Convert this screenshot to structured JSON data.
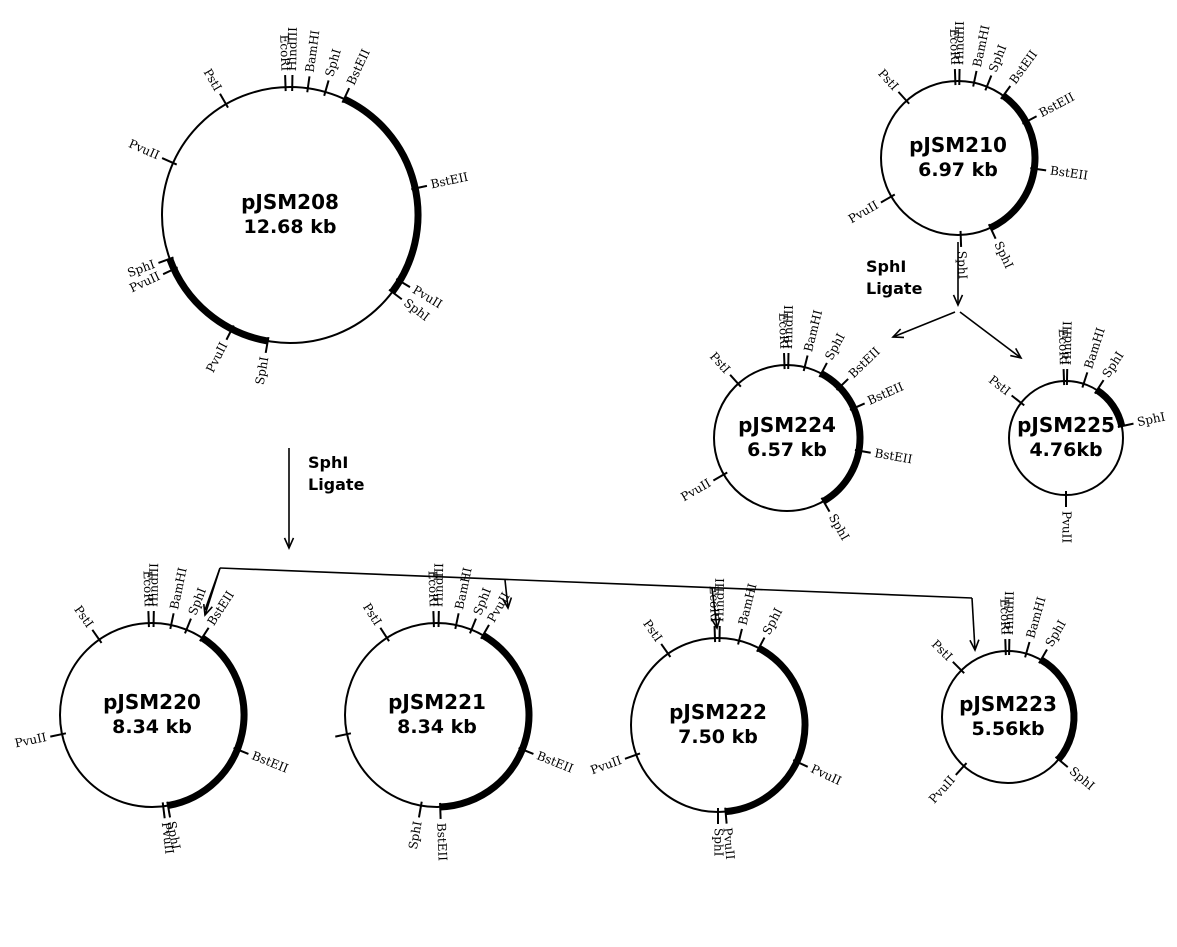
{
  "plasmids": [
    {
      "id": "pJSM208",
      "name": "pJSM208",
      "size": "12.68 kb",
      "sites": [
        {
          "label": "PstI",
          "angle": -30
        },
        {
          "label": "EcoRI",
          "angle": -2
        },
        {
          "label": "HindIII",
          "angle": 1
        },
        {
          "label": "BamHI",
          "angle": 8
        },
        {
          "label": "SphI",
          "angle": 16
        },
        {
          "label": "BstEII",
          "angle": 25
        },
        {
          "label": "BstEII",
          "angle": 78
        },
        {
          "label": "PvuII",
          "angle": 121
        },
        {
          "label": "SphI",
          "angle": 127
        },
        {
          "label": "SphI",
          "angle": 190
        },
        {
          "label": "PvuII",
          "angle": 207
        },
        {
          "label": "PvuII",
          "angle": 245
        },
        {
          "label": "PvuII",
          "angle": 294
        },
        {
          "label": "SphI",
          "angle": 250
        }
      ],
      "thick_arcs": [
        [
          25,
          127
        ],
        [
          190,
          250
        ]
      ]
    },
    {
      "id": "pJSM210",
      "name": "pJSM210",
      "size": "6.97 kb",
      "sites": [
        {
          "label": "PstI",
          "angle": -42
        },
        {
          "label": "EcoRI",
          "angle": -2
        },
        {
          "label": "HindIII",
          "angle": 1
        },
        {
          "label": "BamHI",
          "angle": 12
        },
        {
          "label": "SphI",
          "angle": 22
        },
        {
          "label": "BstEII",
          "angle": 36
        },
        {
          "label": "BstEII",
          "angle": 62
        },
        {
          "label": "BstEII",
          "angle": 98
        },
        {
          "label": "SphI",
          "angle": 155
        },
        {
          "label": "SphI",
          "angle": 178
        },
        {
          "label": "PvuII",
          "angle": 240
        }
      ],
      "thick_arcs": [
        [
          36,
          155
        ]
      ]
    },
    {
      "id": "pJSM224",
      "name": "pJSM224",
      "size": "6.57 kb",
      "sites": [
        {
          "label": "PstI",
          "angle": -42
        },
        {
          "label": "EcoRI",
          "angle": -2
        },
        {
          "label": "HindIII",
          "angle": 1
        },
        {
          "label": "BamHI",
          "angle": 14
        },
        {
          "label": "SphI",
          "angle": 28
        },
        {
          "label": "BstEII",
          "angle": 46
        },
        {
          "label": "BstEII",
          "angle": 66
        },
        {
          "label": "BstEII",
          "angle": 100
        },
        {
          "label": "SphI",
          "angle": 150
        },
        {
          "label": "PvuII",
          "angle": 240
        }
      ],
      "thick_arcs": [
        [
          28,
          150
        ]
      ]
    },
    {
      "id": "pJSM225",
      "name": "pJSM225",
      "size": "4.76kb",
      "sites": [
        {
          "label": "PstI",
          "angle": -52
        },
        {
          "label": "EcoRI",
          "angle": -2
        },
        {
          "label": "HindIII",
          "angle": 1
        },
        {
          "label": "BamHI",
          "angle": 18
        },
        {
          "label": "SphI",
          "angle": 33
        },
        {
          "label": "SphI",
          "angle": 78
        },
        {
          "label": "PvuII",
          "angle": 180
        }
      ],
      "thick_arcs": [
        [
          33,
          78
        ]
      ]
    },
    {
      "id": "pJSM220",
      "name": "pJSM220",
      "size": "8.34 kb",
      "sites": [
        {
          "label": "PstI",
          "angle": -35
        },
        {
          "label": "EcoRI",
          "angle": -2
        },
        {
          "label": "HindIII",
          "angle": 1
        },
        {
          "label": "BamHI",
          "angle": 12
        },
        {
          "label": "SphI",
          "angle": 22
        },
        {
          "label": "BstEII",
          "angle": 33
        },
        {
          "label": "BstEII",
          "angle": 112
        },
        {
          "label": "SphI",
          "angle": 170
        },
        {
          "label": "PvuII",
          "angle": 173
        },
        {
          "label": "PvuII",
          "angle": 258
        }
      ],
      "thick_arcs": [
        [
          33,
          170
        ]
      ]
    },
    {
      "id": "pJSM221",
      "name": "pJSM221",
      "size": "8.34 kb",
      "sites": [
        {
          "label": "PstI",
          "angle": -33
        },
        {
          "label": "EcoRI",
          "angle": -2
        },
        {
          "label": "HindIII",
          "angle": 1
        },
        {
          "label": "BamHI",
          "angle": 12
        },
        {
          "label": "SphI",
          "angle": 22
        },
        {
          "label": "PvuII",
          "angle": 30
        },
        {
          "label": "BstEII",
          "angle": 112
        },
        {
          "label": "BstEII",
          "angle": 178
        },
        {
          "label": "SphI",
          "angle": 190
        },
        {
          "label": "",
          "angle": 258
        }
      ],
      "thick_arcs": [
        [
          30,
          178
        ]
      ]
    },
    {
      "id": "pJSM222",
      "name": "pJSM222",
      "size": "7.50 kb",
      "sites": [
        {
          "label": "PstI",
          "angle": -35
        },
        {
          "label": "EcoRI",
          "angle": -2
        },
        {
          "label": "HindIII",
          "angle": 1
        },
        {
          "label": "BamHI",
          "angle": 14
        },
        {
          "label": "SphI",
          "angle": 28
        },
        {
          "label": "PvuII",
          "angle": 115
        },
        {
          "label": "PvuII",
          "angle": 175
        },
        {
          "label": "SphI",
          "angle": 180
        },
        {
          "label": "PvuII",
          "angle": 250
        }
      ],
      "thick_arcs": [
        [
          28,
          175
        ]
      ]
    },
    {
      "id": "pJSM223",
      "name": "pJSM223",
      "size": "5.56kb",
      "sites": [
        {
          "label": "PstI",
          "angle": -45
        },
        {
          "label": "EcoRI",
          "angle": -2
        },
        {
          "label": "HindIII",
          "angle": 1
        },
        {
          "label": "BamHI",
          "angle": 16
        },
        {
          "label": "SphI",
          "angle": 30
        },
        {
          "label": "SphI",
          "angle": 130
        },
        {
          "label": "PvuII",
          "angle": 222
        }
      ],
      "thick_arcs": [
        [
          30,
          130
        ]
      ]
    }
  ],
  "steps": [
    {
      "id": "step-left",
      "line1": "SphI",
      "line2": "Ligate"
    },
    {
      "id": "step-right",
      "line1": "SphI",
      "line2": "Ligate"
    }
  ]
}
